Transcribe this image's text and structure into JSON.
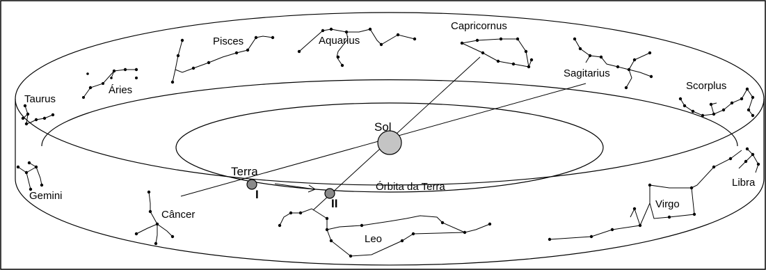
{
  "labels": {
    "taurus": "Taurus",
    "aries": "Áries",
    "pisces": "Pisces",
    "aquarius": "Aquarius",
    "capricornus": "Capricornus",
    "sagitarius": "Sagitarius",
    "scorplus": "Scorplus",
    "libra": "Libra",
    "virgo": "Virgo",
    "leo": "Leo",
    "cancer": "Câncer",
    "gemini": "Gemini",
    "sol": "Sol",
    "terra": "Terra",
    "orbita": "Órbita da Terra",
    "pos_1": "I",
    "pos_2": "II"
  },
  "colors": {
    "line": "#000000",
    "sun_fill": "#c4c4c4",
    "earth_fill": "#8a8a8a",
    "background": "#ffffff"
  }
}
